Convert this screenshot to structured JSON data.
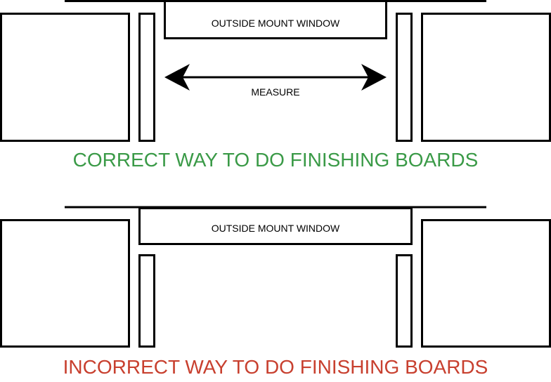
{
  "correct": {
    "window_label": "OUTSIDE MOUNT WINDOW",
    "measure_label": "MEASURE",
    "caption": "CORRECT WAY TO DO FINISHING BOARDS",
    "caption_color": "#3a9a47"
  },
  "incorrect": {
    "window_label": "OUTSIDE MOUNT WINDOW",
    "caption": "INCORRECT WAY TO DO FINISHING BOARDS",
    "caption_color": "#c8402f"
  },
  "colors": {
    "stroke": "#000000",
    "background": "#ffffff"
  }
}
